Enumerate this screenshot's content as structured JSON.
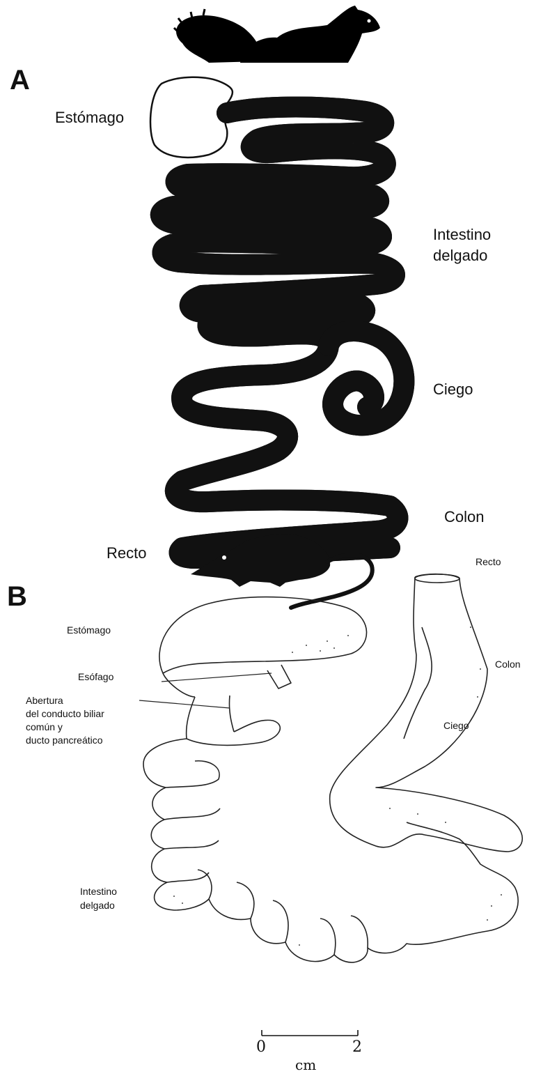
{
  "panel_a": {
    "letter": "A",
    "labels": {
      "stomach": "Estómago",
      "small_intestine_l1": "Intestino",
      "small_intestine_l2": "delgado",
      "cecum": "Ciego",
      "colon": "Colon",
      "rectum": "Recto"
    },
    "animal_icon": "squirrel-silhouette-icon"
  },
  "panel_b": {
    "letter": "B",
    "labels": {
      "rectum": "Recto",
      "stomach": "Estómago",
      "colon": "Colon",
      "esophagus": "Esófago",
      "bile_l1": "Abertura",
      "bile_l2": "del conducto biliar",
      "bile_l3": "común y",
      "bile_l4": "ducto pancreático",
      "cecum": "Ciego",
      "small_intestine_l1": "Intestino",
      "small_intestine_l2": "delgado"
    },
    "animal_icon": "shrew-silhouette-icon",
    "scale_bar": {
      "start": "0",
      "end": "2",
      "unit": "cm"
    }
  }
}
